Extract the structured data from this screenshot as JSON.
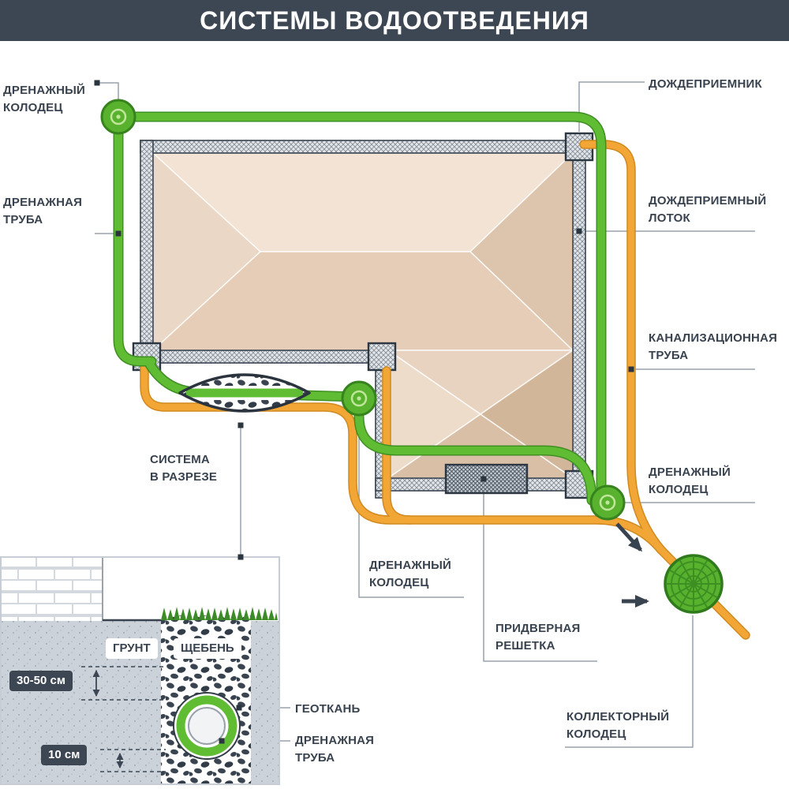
{
  "title": "СИСТЕМЫ ВОДООТВЕДЕНИЯ",
  "labels": {
    "drain_well_top_left": "ДРЕНАЖНЫЙ\nКОЛОДЕЦ",
    "rain_inlet": "ДОЖДЕПРИЕМНИК",
    "drain_pipe": "ДРЕНАЖНАЯ\nТРУБА",
    "rain_tray": "ДОЖДЕПРИЕМНЫЙ\nЛОТОК",
    "sewer_pipe": "КАНАЛИЗАЦИОННАЯ\nТРУБА",
    "drain_well_right": "ДРЕНАЖНЫЙ\nКОЛОДЕЦ",
    "section_view": "СИСТЕМА\nВ РАЗРЕЗЕ",
    "drain_well_bottom": "ДРЕНАЖНЫЙ\nКОЛОДЕЦ",
    "door_grate": "ПРИДВЕРНАЯ\nРЕШЕТКА",
    "collector_well": "КОЛЛЕКТОРНЫЙ\nКОЛОДЕЦ"
  },
  "cross_section": {
    "soil": "ГРУНТ",
    "gravel": "ЩЕБЕНЬ",
    "depth_label": "30-50 см",
    "geotextile": "ГЕОТКАНЬ",
    "drain_pipe": "ДРЕНАЖНАЯ\nТРУБА",
    "bottom_depth_label": "10 см"
  },
  "colors": {
    "header_bar": "#3d4754",
    "drain_pipe_green": "#5fbc33",
    "sewer_pipe_orange": "#f2a636",
    "label_text": "#39434f"
  }
}
